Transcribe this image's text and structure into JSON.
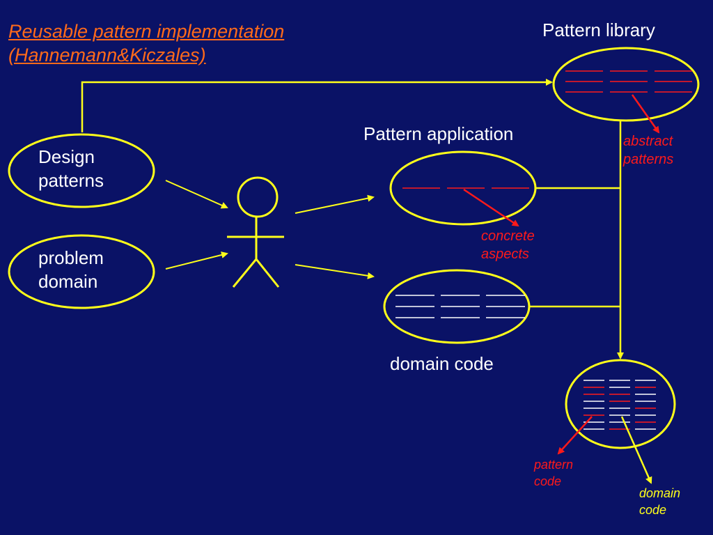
{
  "title": {
    "line1": "Reusable pattern implementation",
    "line2": "(Hannemann&Kiczales)"
  },
  "labels": {
    "pattern_library": "Pattern library",
    "pattern_application": "Pattern application",
    "domain_code": "domain code",
    "design_patterns_1": "Design",
    "design_patterns_2": "patterns",
    "problem_domain_1": "problem",
    "problem_domain_2": "domain",
    "abstract_patterns_1": "abstract",
    "abstract_patterns_2": "patterns",
    "concrete_aspects_1": "concrete",
    "concrete_aspects_2": "aspects",
    "pattern_code_1": "pattern",
    "pattern_code_2": "code",
    "domain_code_small_1": "domain",
    "domain_code_small_2": "code"
  },
  "colors": {
    "background": "#0a1266",
    "connector": "#ffff1a",
    "title": "#ff6a1a",
    "annotation_red": "#ff1a1a",
    "code_line_white": "#ffffff"
  }
}
